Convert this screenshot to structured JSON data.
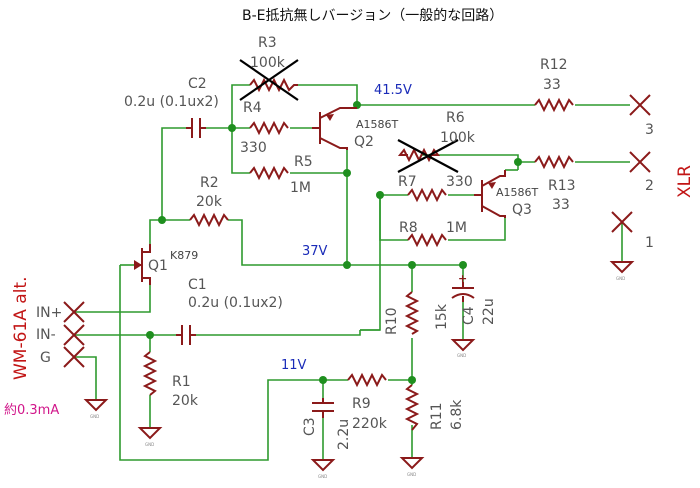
{
  "title": "B-E抵抗無しバージョン（一般的な回路）",
  "mic_label": "WM-61A alt.",
  "current_note": "約0.3mA",
  "connector_label": "XLR",
  "inputs": [
    "IN+",
    "IN-",
    "G"
  ],
  "xlr_pins": [
    "3",
    "2",
    "1"
  ],
  "voltages": {
    "v1": "41.5V",
    "v2": "37V",
    "v3": "11V"
  },
  "components": {
    "R1": {
      "ref": "R1",
      "value": "20k"
    },
    "R2": {
      "ref": "R2",
      "value": "20k"
    },
    "R3": {
      "ref": "R3",
      "value": "100k"
    },
    "R4": {
      "ref": "R4",
      "value": "330"
    },
    "R5": {
      "ref": "R5",
      "value": "1M"
    },
    "R6": {
      "ref": "R6",
      "value": "100k"
    },
    "R7": {
      "ref": "R7",
      "value": "330"
    },
    "R8": {
      "ref": "R8",
      "value": "1M"
    },
    "R9": {
      "ref": "R9",
      "value": "220k"
    },
    "R10": {
      "ref": "R10",
      "value": "15k"
    },
    "R11": {
      "ref": "R11",
      "value": "6.8k"
    },
    "R12": {
      "ref": "R12",
      "value": "33"
    },
    "R13": {
      "ref": "R13",
      "value": "33"
    },
    "C1": {
      "ref": "C1",
      "value": "0.2u (0.1ux2)"
    },
    "C2": {
      "ref": "C2",
      "value": "0.2u (0.1ux2)"
    },
    "C3": {
      "ref": "C3",
      "value": "2.2u"
    },
    "C4": {
      "ref": "C4",
      "value": "22u"
    },
    "Q1": {
      "ref": "Q1",
      "value": "K879"
    },
    "Q2": {
      "ref": "Q2",
      "value": "A1586T"
    },
    "Q3": {
      "ref": "Q3",
      "value": "A1586T"
    }
  },
  "ground_label": "GND",
  "polarity_plus": "+"
}
